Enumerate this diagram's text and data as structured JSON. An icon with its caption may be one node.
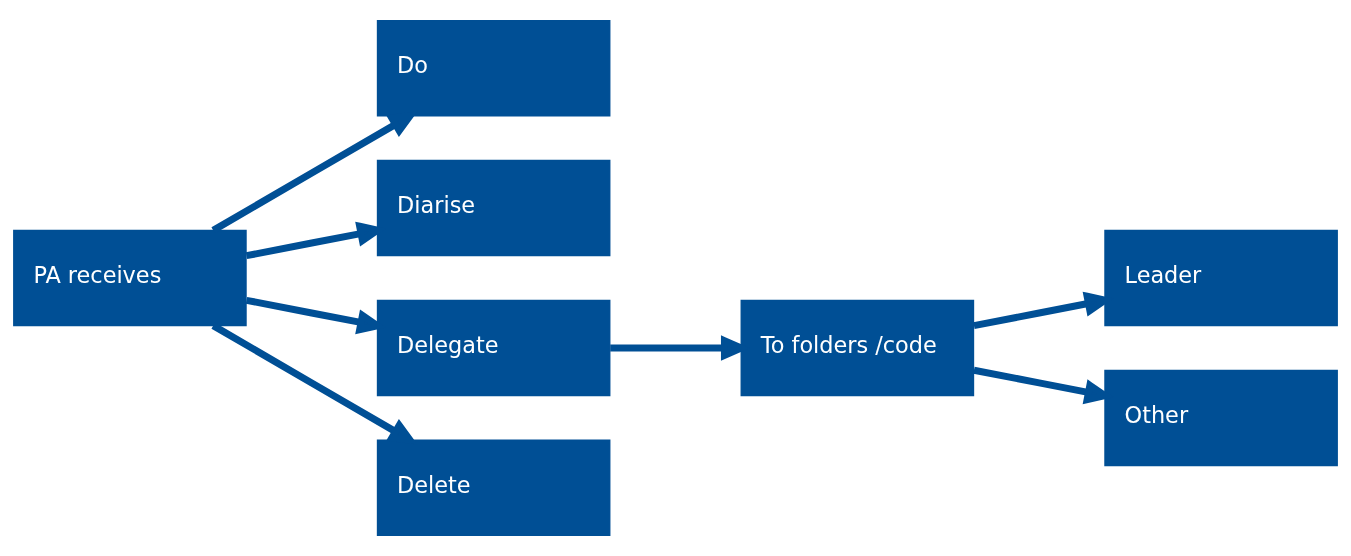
{
  "diagram": {
    "nodes": [
      {
        "text": [
          "PA receives"
        ]
      },
      {
        "text": [
          "Do"
        ]
      },
      {
        "text": [
          "Diarise"
        ]
      },
      {
        "text": [
          "Delegate"
        ]
      },
      {
        "text": [
          "Delete"
        ]
      },
      {
        "text": [
          "To folders /code"
        ]
      },
      {
        "text": [
          "Leader"
        ]
      },
      {
        "text": [
          "Other"
        ]
      }
    ],
    "edges": [
      {
        "from": 0,
        "to": 1,
        "arrow": "to"
      },
      {
        "from": 0,
        "to": 2,
        "arrow": "to"
      },
      {
        "from": 0,
        "to": 3,
        "arrow": "to"
      },
      {
        "from": 0,
        "to": 4,
        "arrow": "to"
      },
      {
        "from": 3,
        "to": 5,
        "arrow": "to"
      },
      {
        "from": 5,
        "to": 6,
        "arrow": "to"
      },
      {
        "from": 5,
        "to": 7,
        "arrow": "to"
      }
    ]
  }
}
